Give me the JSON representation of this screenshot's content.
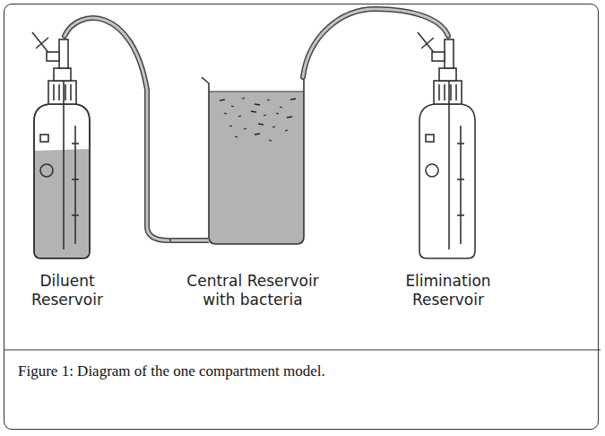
{
  "diagram": {
    "caption": "Figure 1: Diagram of the one compartment model.",
    "nodes": [
      {
        "text": [
          "Diluent Reservoir"
        ]
      },
      {
        "text": [
          "Central Reservoir with bacteria"
        ]
      },
      {
        "text": [
          "Elimination Reservoir"
        ]
      }
    ],
    "edges": [
      {
        "from": 0,
        "to": 1,
        "arrow": "none"
      },
      {
        "from": 1,
        "to": 2,
        "arrow": "none"
      }
    ]
  }
}
